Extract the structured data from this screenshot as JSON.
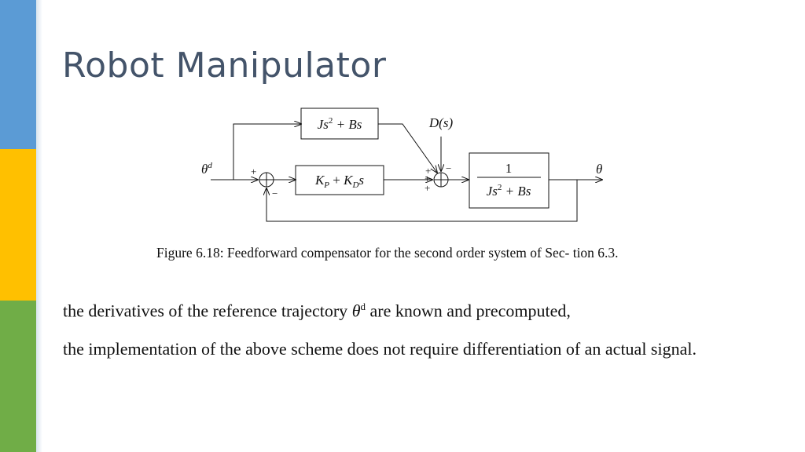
{
  "slide": {
    "title": "Robot Manipulator",
    "accent_colors": {
      "blue": "#5b9bd5",
      "yellow": "#ffc000",
      "green": "#70ad47",
      "title": "#44546a"
    }
  },
  "diagram": {
    "ff_block": "Js² + Bs",
    "pd_block": "KP + KDs",
    "plant_num": "1",
    "plant_den": "Js² + Bs",
    "disturbance": "D(s)",
    "input": "θd",
    "output": "θ",
    "signs": {
      "s1_top": "+",
      "s1_bottom": "−",
      "s2_top_left": "+",
      "s2_top_right": "−",
      "s2_left": "+",
      "s2_bottom": "+"
    }
  },
  "caption": "Figure 6.18: Feedforward compensator for the second order system of Sec- tion 6.3.",
  "body": {
    "line1_before": "the derivatives of the reference trajectory ",
    "line1_symbol": "θ",
    "line1_sup": "d",
    "line1_after": " are known and precomputed,",
    "line2": "the implementation of the above scheme does not require differentiation of an actual signal."
  }
}
